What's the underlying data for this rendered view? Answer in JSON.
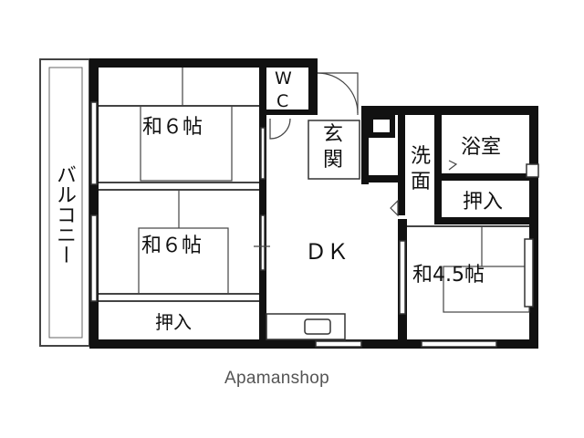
{
  "rooms": {
    "balcony": "バルコニー",
    "washitsu_6_top": "和６帖",
    "washitsu_6_mid": "和６帖",
    "oshiire_bottom": "押入",
    "wc_w": "W",
    "wc_c": "C",
    "genkan_1": "玄",
    "genkan_2": "関",
    "dk": "ＤＫ",
    "senmen_1": "洗",
    "senmen_2": "面",
    "yokushitsu": "浴室",
    "oshiire_right": "押入",
    "washitsu_45": "和4.5帖"
  },
  "brand": "Apamanshop",
  "colors": {
    "wall": "#111111",
    "line": "#555555"
  }
}
